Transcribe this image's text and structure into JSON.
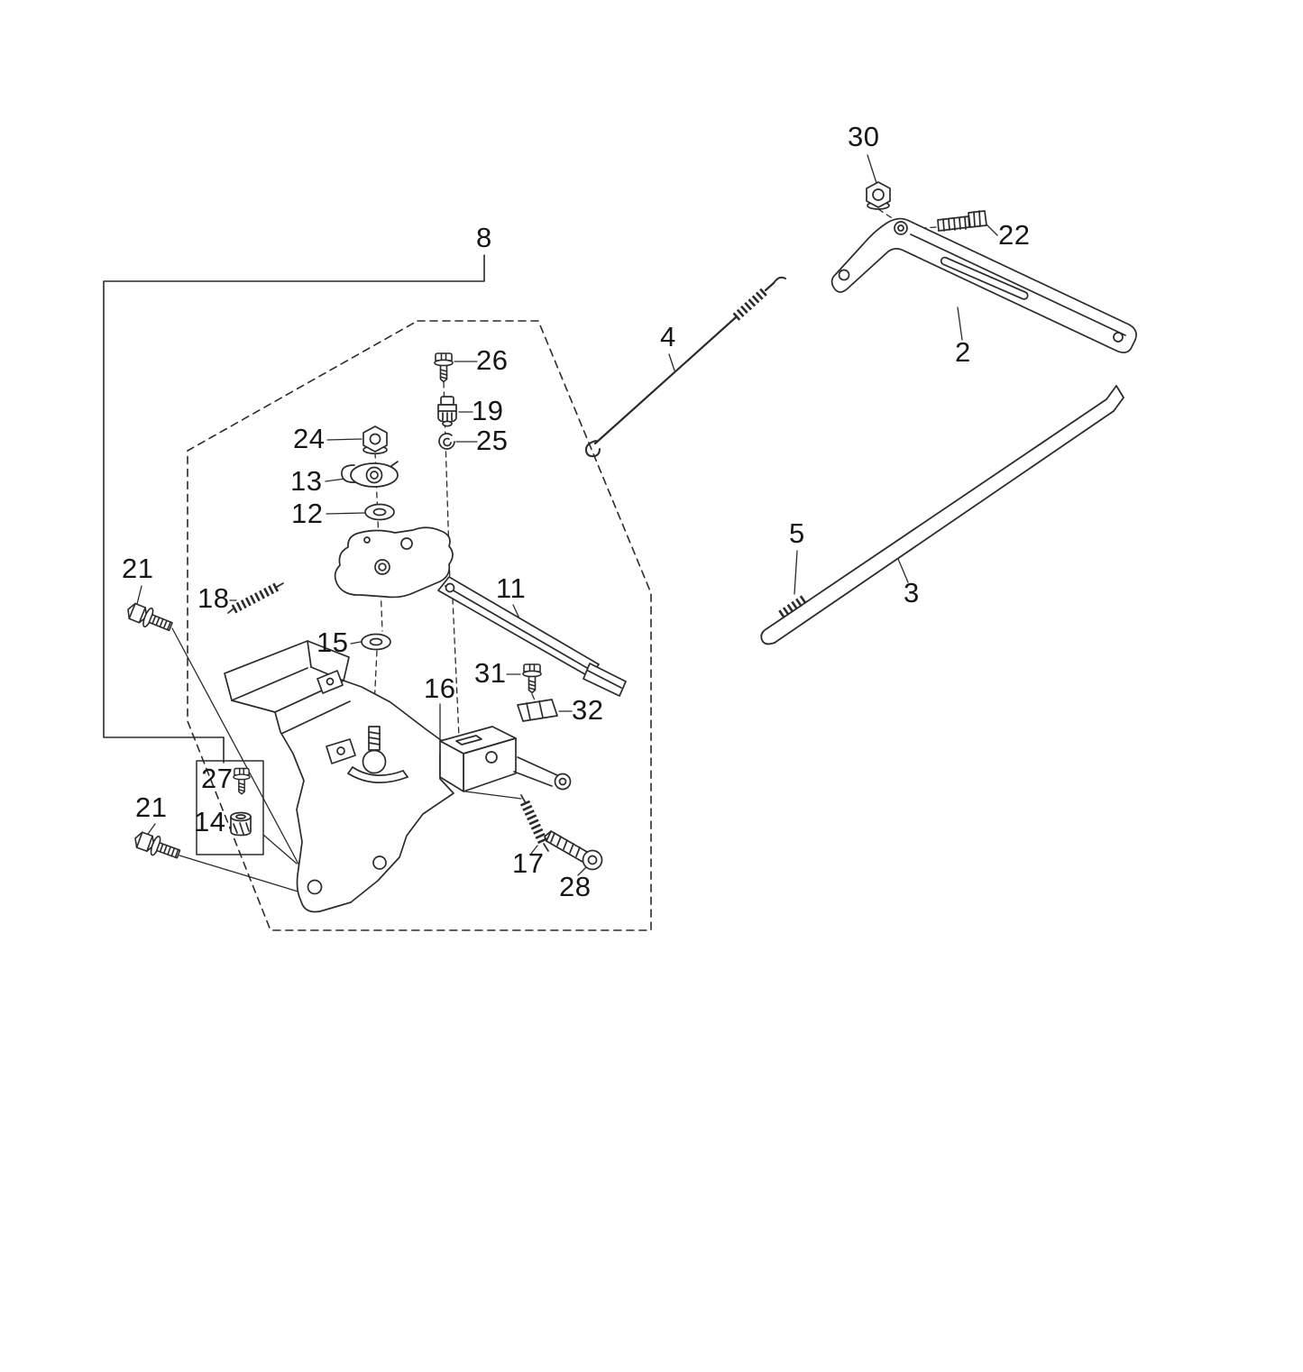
{
  "diagram": {
    "colors": {
      "background": "#ffffff",
      "line": "#2b2b2b",
      "label": "#161616"
    },
    "callouts": {
      "n2": "2",
      "n3": "3",
      "n4": "4",
      "n5": "5",
      "n8": "8",
      "n11": "11",
      "n12": "12",
      "n13": "13",
      "n14": "14",
      "n15": "15",
      "n16": "16",
      "n17": "17",
      "n18": "18",
      "n19": "19",
      "n21a": "21",
      "n21b": "21",
      "n22": "22",
      "n24": "24",
      "n25": "25",
      "n26": "26",
      "n27": "27",
      "n28": "28",
      "n30": "30",
      "n31": "31",
      "n32": "32"
    }
  }
}
